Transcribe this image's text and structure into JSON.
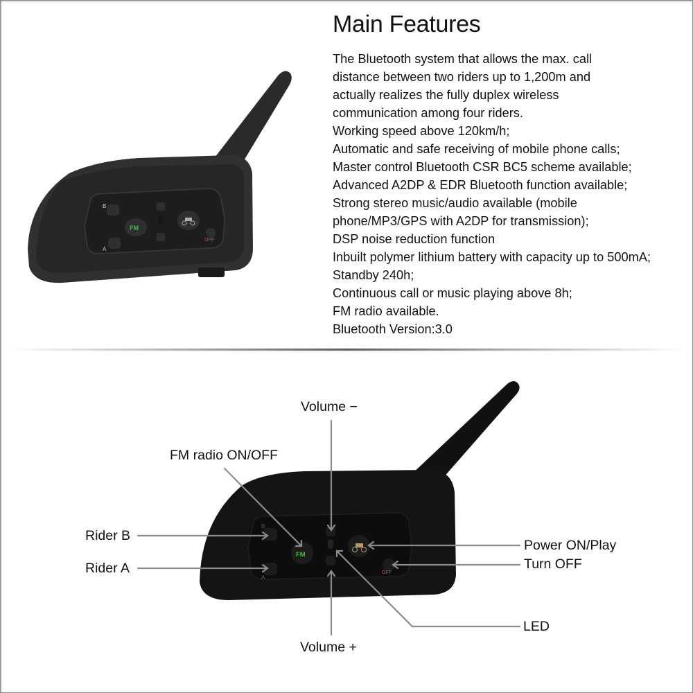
{
  "features": {
    "title": "Main Features",
    "lines": [
      "The Bluetooth system that allows the max. call",
      "distance between two riders up to 1,200m and",
      "actually realizes the fully duplex wireless",
      "communication among four riders.",
      "Working speed above 120km/h;",
      "Automatic and safe receiving of mobile phone calls;",
      "Master control Bluetooth CSR BC5 scheme available;",
      "Advanced A2DP & EDR Bluetooth function available;",
      "Strong stereo music/audio available (mobile",
      "phone/MP3/GPS with A2DP for transmission);",
      "DSP noise reduction function",
      "Inbuilt polymer lithium battery with capacity up to 500mA;",
      "Standby 240h;",
      "Continuous call or music playing above 8h;",
      "FM radio available.",
      "Bluetooth Version:3.0"
    ]
  },
  "device": {
    "button_labels": {
      "b": "B",
      "a": "A",
      "fm": "FM",
      "off": "OFF"
    },
    "colors": {
      "body": "#2b2b2b",
      "fm_text": "#3fbf4f",
      "off_text": "#e02020",
      "icon_gold": "#b59a6a"
    }
  },
  "diagram": {
    "labels": {
      "volume_minus": "Volume −",
      "fm_radio": "FM radio ON/OFF",
      "rider_b": "Rider B",
      "rider_a": "Rider A",
      "power_play": "Power ON/Play",
      "turn_off": "Turn OFF",
      "led": "LED",
      "volume_plus": "Volume +"
    }
  }
}
